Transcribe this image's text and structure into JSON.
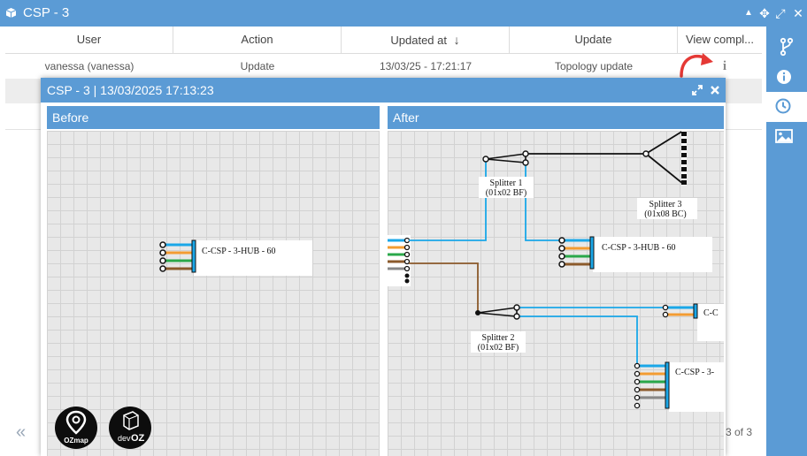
{
  "window": {
    "title": "CSP - 3",
    "controls": [
      "▲",
      "✥",
      "⤢",
      "✕"
    ]
  },
  "table": {
    "columns": [
      "User",
      "Action",
      "Updated at",
      "Update",
      "View compl..."
    ],
    "sort_icon": "↓",
    "rows": [
      {
        "user": "vanessa (vanessa)",
        "action": "Update",
        "updated_at": "13/03/25 - 17:21:17",
        "update": "Topology update",
        "view_icon": "i"
      }
    ]
  },
  "pager": {
    "prev": "«",
    "count": "3 of 3"
  },
  "popup": {
    "title": "CSP - 3 | 13/03/2025 17:13:23",
    "before_label": "Before",
    "after_label": "After"
  },
  "diagram": {
    "before_hub": "C-CSP - 3-HUB - 60",
    "after": {
      "splitter1_name": "Splitter 1",
      "splitter1_type": "(01x02 BF)",
      "splitter2_name": "Splitter 2",
      "splitter2_type": "(01x02 BF)",
      "splitter3_name": "Splitter 3",
      "splitter3_type": "(01x08 BC)",
      "hub": "C-CSP - 3-HUB - 60",
      "cable_partial_1": "C-C",
      "cable_partial_2": "C-CSP - 3-"
    }
  },
  "logos": {
    "ozmap": "OZmap",
    "devoz_prefix": "dev",
    "devoz_suffix": "OZ"
  },
  "colors": {
    "header_blue": "#5b9bd5",
    "fiber_blue": "#1aa7e8",
    "fiber_orange": "#f39c32",
    "fiber_green": "#2aa84a",
    "fiber_brown": "#8b5a2b",
    "fiber_gray": "#888888",
    "arrow_red": "#e53935"
  }
}
